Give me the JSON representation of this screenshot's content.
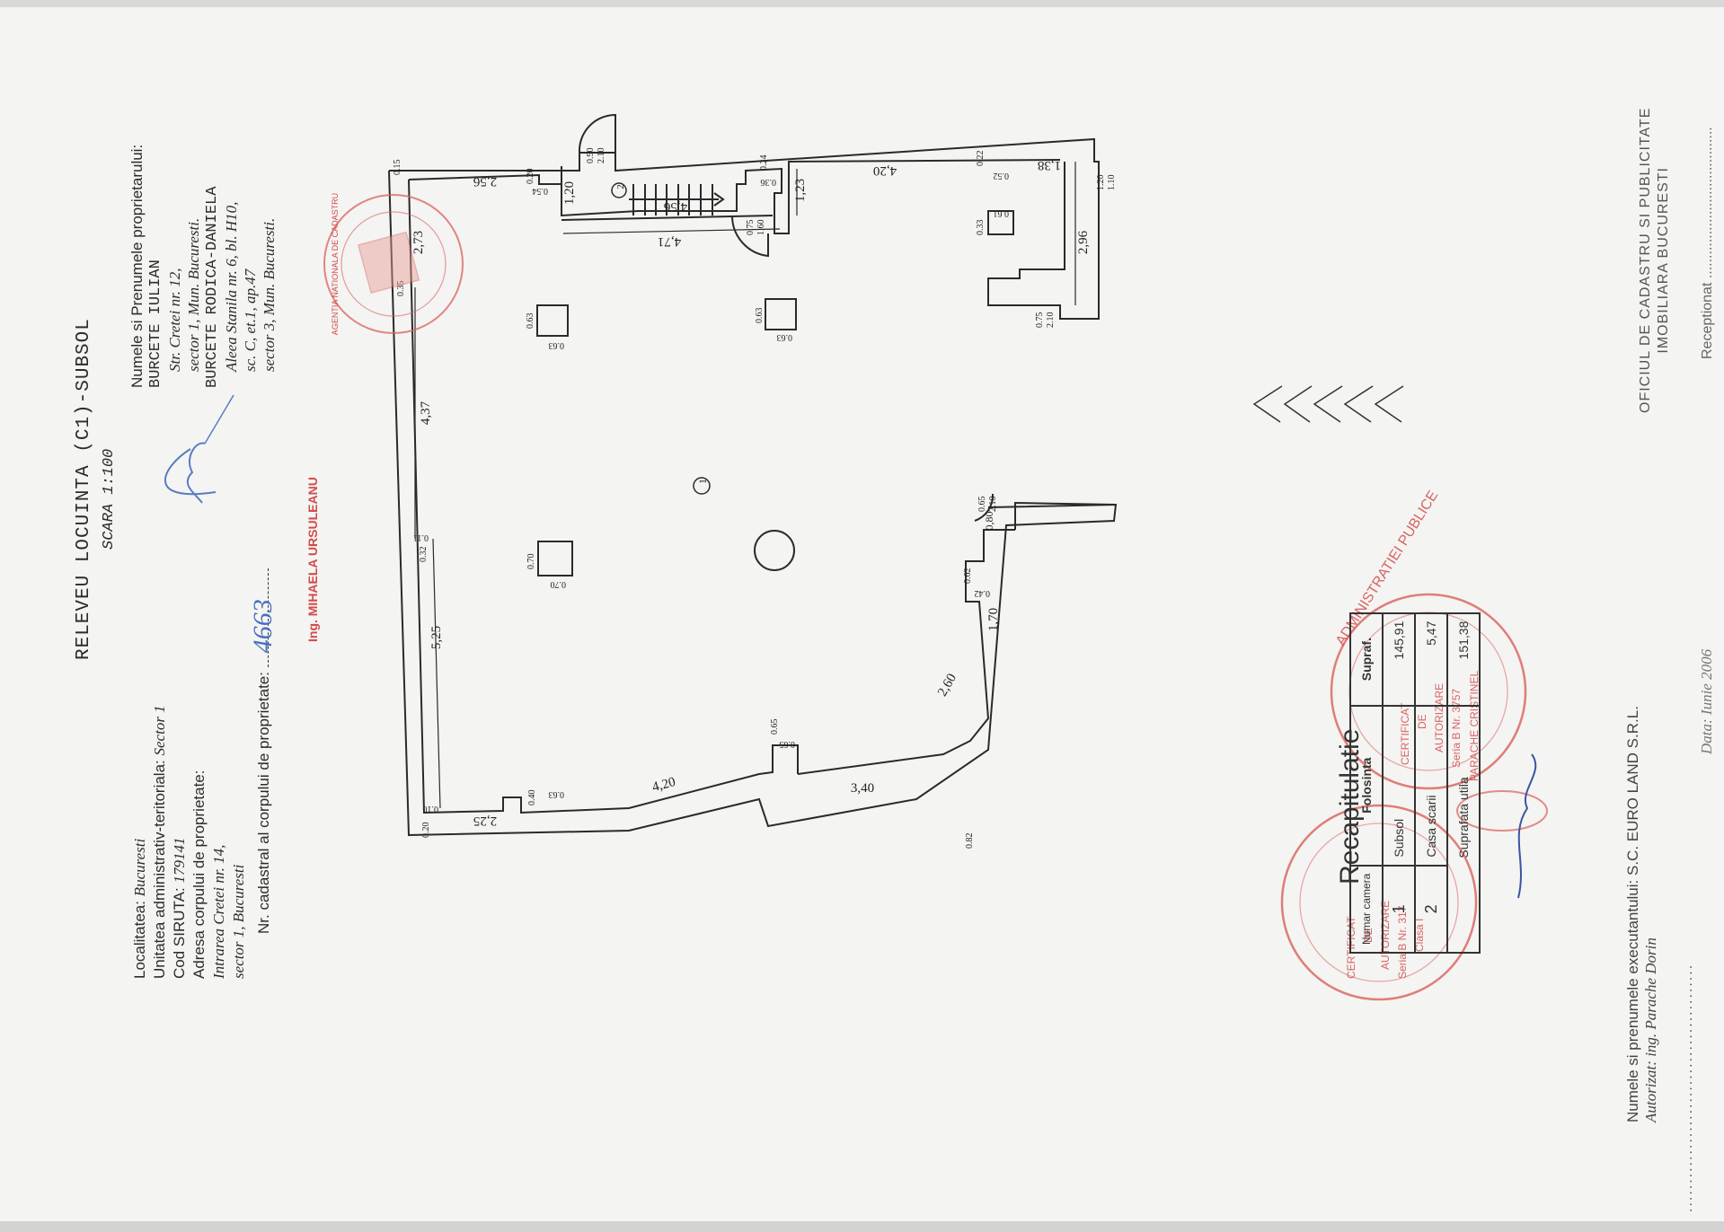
{
  "document": {
    "title": "RELEVEU LOCUINTA (C1)-SUBSOL",
    "scale": "SCARA 1:100",
    "info_lines": [
      {
        "label": "Localitatea:",
        "value": "Bucuresti"
      },
      {
        "label": "Unitatea administrativ-teritoriala:",
        "value": "Sector 1"
      },
      {
        "label": "Cod SIRUTA:",
        "value": "179141"
      },
      {
        "label": "Adresa corpului de proprietate:",
        "value": ""
      },
      {
        "label": "",
        "value": "Intrarea Cretei nr. 14,"
      },
      {
        "label": "",
        "value": "sector 1, Bucuresti"
      }
    ],
    "cadastral_label": "Nr. cadastral al corpului de proprietate:",
    "cadastral_number": "4663",
    "owners_heading": "Numele si Prenumele proprietarului:",
    "owners_lines": [
      "BURCETE IULIAN",
      "Str. Cretei nr. 12,",
      "sector 1, Mun. Bucuresti.",
      "BURCETE RODICA-DANIELA",
      "Aleea Stanila nr. 6, bl. H10,",
      "sc. C, et.1, ap.47",
      "sector 3, Mun. Bucuresti."
    ],
    "engineer_stamp": "Ing. MIHAELA URSULEANU"
  },
  "plan": {
    "room_labels": [
      "1",
      "2"
    ],
    "dimensions": {
      "top_wall": [
        "2,56",
        "4,20",
        "1,38",
        "4,71",
        "4,56",
        "1,23",
        "1,20"
      ],
      "left_wall": [
        "2,73",
        "4,37",
        "5,25",
        "2,25",
        "4,20"
      ],
      "bottom_wall": [
        "3,40",
        "2,60",
        "1,70",
        "0,80"
      ],
      "right_wall": [
        "2,96"
      ],
      "small_labels": [
        "0.15",
        "0.55",
        "0.20",
        "0.54",
        "0.90/2.10",
        "0.24",
        "0.36",
        "0.75/1.60",
        "0.22",
        "0.52",
        "0.33",
        "0.61",
        "0.75/2.10",
        "1.20/1.10",
        "0.63",
        "0.70",
        "0.65",
        "0.40",
        "0.20",
        "0.10",
        "0.62",
        "0.42",
        "0.82",
        "0.65/2.10",
        "0.11",
        "0.52",
        "0.35"
      ]
    },
    "entrance_arrows": 5
  },
  "recap": {
    "title": "Recapitulatie",
    "headers": [
      "Numar camera",
      "Folosinta",
      "Supraf."
    ],
    "rows": [
      {
        "num": "1",
        "use": "Subsol",
        "area": "145,91"
      },
      {
        "num": "2",
        "use": "Casa scarii",
        "area": "5,47"
      }
    ],
    "total_label": "Suprafata utila",
    "total_value": "151,38"
  },
  "office": {
    "line1": "OFICIUL DE CADASTRU SI PUBLICITATE",
    "line2": "IMOBILIARA BUCURESTI",
    "receptionat": "Receptionat ......................................"
  },
  "footer": {
    "executor_line": "Numele si prenumele executantului: S.C. EURO LAND S.R.L.",
    "authorized_line": "Autorizat: ing. Parache Dorin",
    "date_line": "Data: Iunie 2006",
    "dots": "..........................................."
  },
  "stamps": {
    "agency_stamp": "AGENTIA NATIONALA DE CADASTRU SI PUBLICITATE IMOBILIARA * OFICIUL DE CADASTRU",
    "cert_stamp_1": [
      "CERTIFICAT",
      "DE",
      "AUTORIZARE",
      "Seria B Nr. 3757"
    ],
    "cert_stamp_2": [
      "CERTIFICAT",
      "DE",
      "AUTORIZARE",
      "Seria B Nr. 317",
      "Clasa I"
    ],
    "stamp_ring": "ADMINISTRATIEI PUBLICE",
    "stamp_name": "PARACHE CRISTINEL",
    "stamp_color": "#d24b4b"
  }
}
